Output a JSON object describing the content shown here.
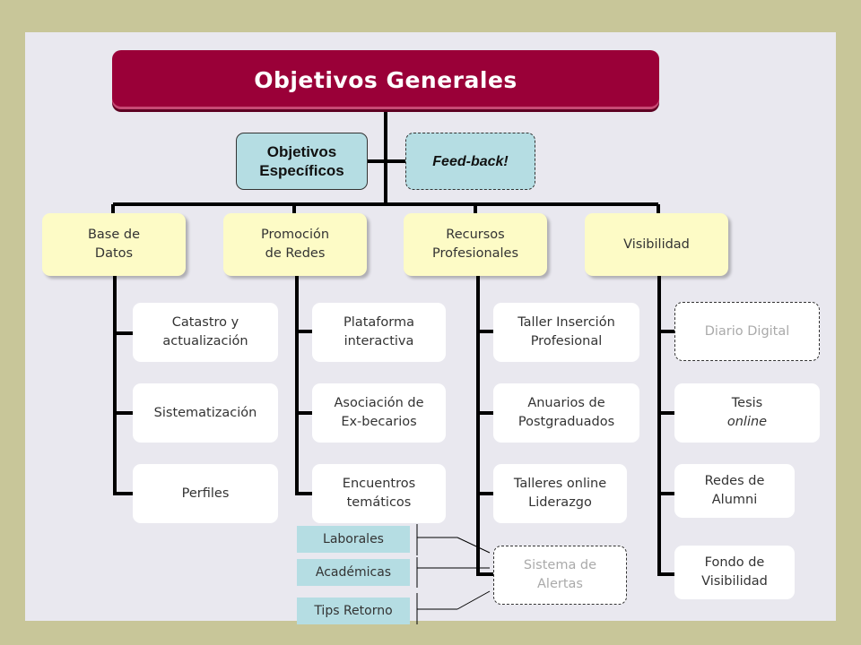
{
  "root_label": "Objetivos Generales",
  "specific": {
    "line1": "Objetivos",
    "line2": "Específicos"
  },
  "feedback": "Feed-back!",
  "categories": [
    {
      "line1": "Base de",
      "line2": "Datos"
    },
    {
      "line1": "Promoción",
      "line2": "de Redes"
    },
    {
      "line1": "Recursos",
      "line2": "Profesionales"
    },
    {
      "line1": "Visibilidad",
      "line2": ""
    }
  ],
  "col1": [
    {
      "line1": "Catastro y",
      "line2": "actualización"
    },
    {
      "line1": "Sistematización",
      "line2": ""
    },
    {
      "line1": "Perfiles",
      "line2": ""
    }
  ],
  "col2": [
    {
      "line1": "Plataforma",
      "line2": "interactiva"
    },
    {
      "line1": "Asociación de",
      "line2": "Ex-becarios"
    },
    {
      "line1": "Encuentros",
      "line2": "temáticos"
    }
  ],
  "col3": [
    {
      "line1": "Taller Inserción",
      "line2": "Profesional"
    },
    {
      "line1": "Anuarios de",
      "line2": "Postgraduados"
    },
    {
      "line1": "Talleres online",
      "line2": "Liderazgo"
    },
    {
      "line1": "Sistema de",
      "line2": "Alertas"
    }
  ],
  "col4": [
    {
      "line1": "Diario Digital",
      "line2": ""
    },
    {
      "line1": "Tesis",
      "line2": "online"
    },
    {
      "line1": "Redes de",
      "line2": "Alumni"
    },
    {
      "line1": "Fondo de",
      "line2": "Visibilidad"
    }
  ],
  "tags": [
    "Laborales",
    "Académicas",
    "Tips Retorno"
  ]
}
